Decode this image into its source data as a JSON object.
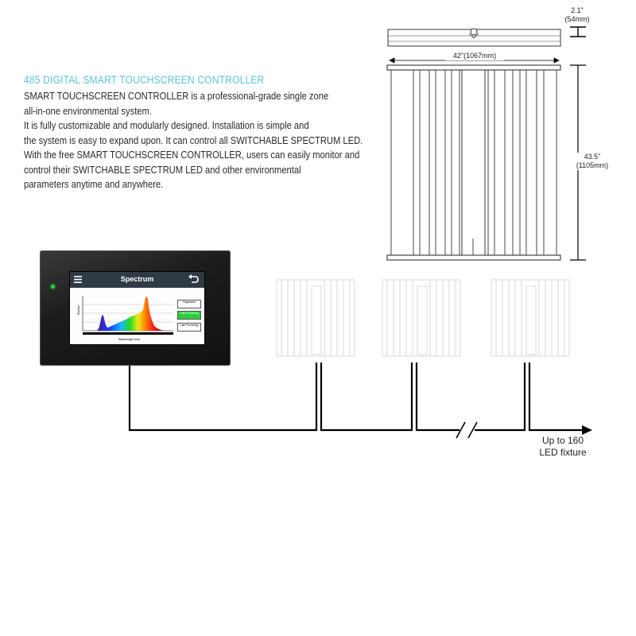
{
  "header": {
    "title": "485 DIGITAL SMART TOUCHSCREEN CONTROLLER",
    "lines": [
      "SMART TOUCHSCREEN CONTROLLER is a professional-grade single zone",
      "all-in-one environmental system.",
      "It is fully customizable and modularly designed. Installation is simple and",
      "the system is easy to expand upon. It can control all  SWITCHABLE SPECTRUM LED.",
      "With the free SMART TOUCHSCREEN CONTROLLER, users can easily monitor and",
      "control their SWITCHABLE SPECTRUM LED and other environmental",
      "parameters anytime and anywhere."
    ]
  },
  "dimensions": {
    "height_in": "2.1\"",
    "height_mm": "(54mm)",
    "width": "42\"(1067mm)",
    "length_in": "43.5\"",
    "length_mm": "(1105mm)"
  },
  "screen": {
    "title": "Spectrum",
    "buttons": [
      "Vegetative",
      "Late Flowering",
      "Late Flowering"
    ],
    "active_button": 1,
    "xlabel": "Wavelength (nm)",
    "ylabel": "Relative"
  },
  "diagram": {
    "max_fixtures": "Up to 160",
    "max_fixtures_unit": "LED fixture"
  },
  "colors": {
    "title": "#5cc6cf",
    "active_button": "#2ecc40"
  }
}
